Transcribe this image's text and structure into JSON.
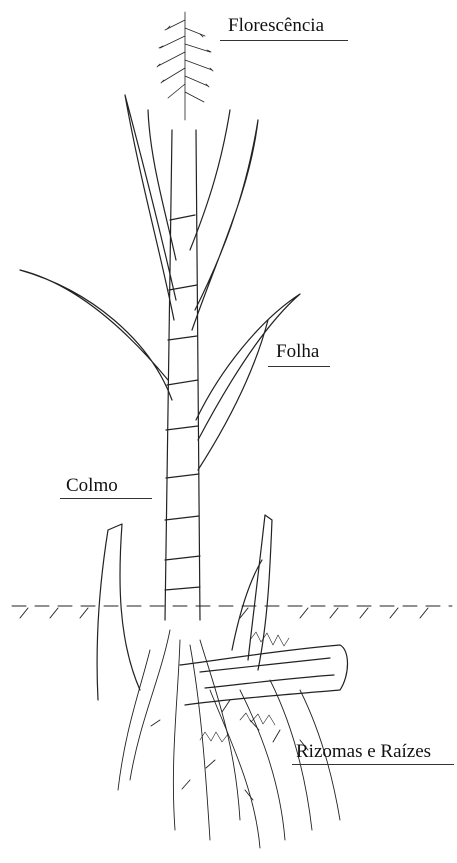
{
  "labels": {
    "inflorescence": "Florescência",
    "leaf": "Folha",
    "culm": "Colmo",
    "rhizomes_roots": "Rizomas e Raízes"
  }
}
